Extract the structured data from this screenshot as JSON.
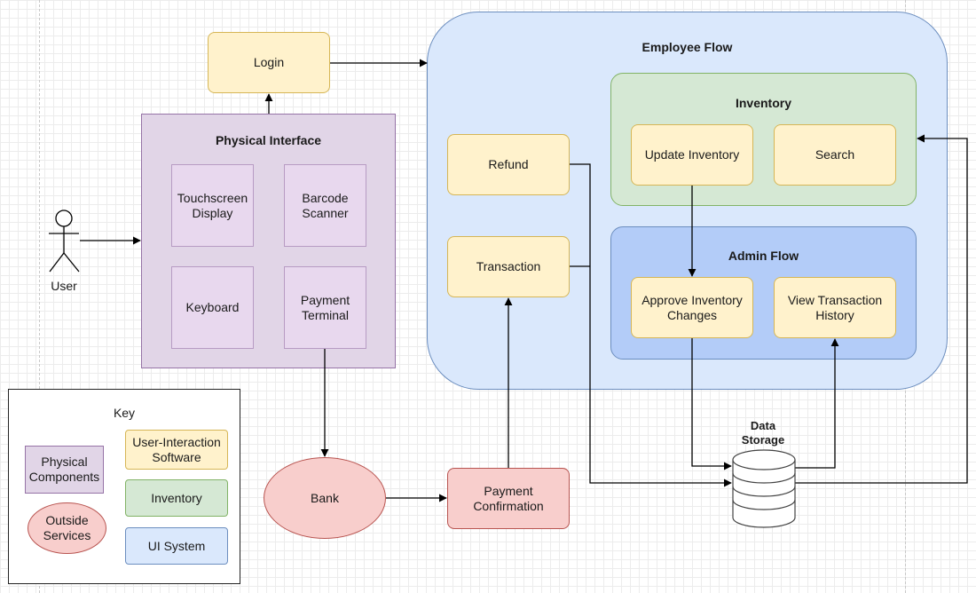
{
  "login": "Login",
  "physical_interface": {
    "title": "Physical Interface",
    "touchscreen": "Touchscreen\nDisplay",
    "barcode": "Barcode\nScanner",
    "keyboard": "Keyboard",
    "payment_terminal": "Payment\nTerminal"
  },
  "user_label": "User",
  "employee_flow": {
    "title": "Employee Flow",
    "refund": "Refund",
    "transaction": "Transaction",
    "inventory": {
      "title": "Inventory",
      "update": "Update Inventory",
      "search": "Search"
    },
    "admin_flow": {
      "title": "Admin Flow",
      "approve": "Approve Inventory\nChanges",
      "view_history": "View Transaction\nHistory"
    }
  },
  "data_storage": "Data\nStorage",
  "bank": "Bank",
  "payment_confirmation": "Payment\nConfirmation",
  "key": {
    "title": "Key",
    "physical": "Physical\nComponents",
    "user_interaction": "User-Interaction\nSoftware",
    "inventory": "Inventory",
    "outside": "Outside\nServices",
    "ui_system": "UI System"
  },
  "colors": {
    "user_interaction_fill": "#fff2cc",
    "physical_fill": "#e1d5e7",
    "inventory_fill": "#d5e8d4",
    "ui_system_fill": "#dae8fc",
    "admin_fill": "#b3ccf8",
    "outside_fill": "#f8cecc"
  }
}
